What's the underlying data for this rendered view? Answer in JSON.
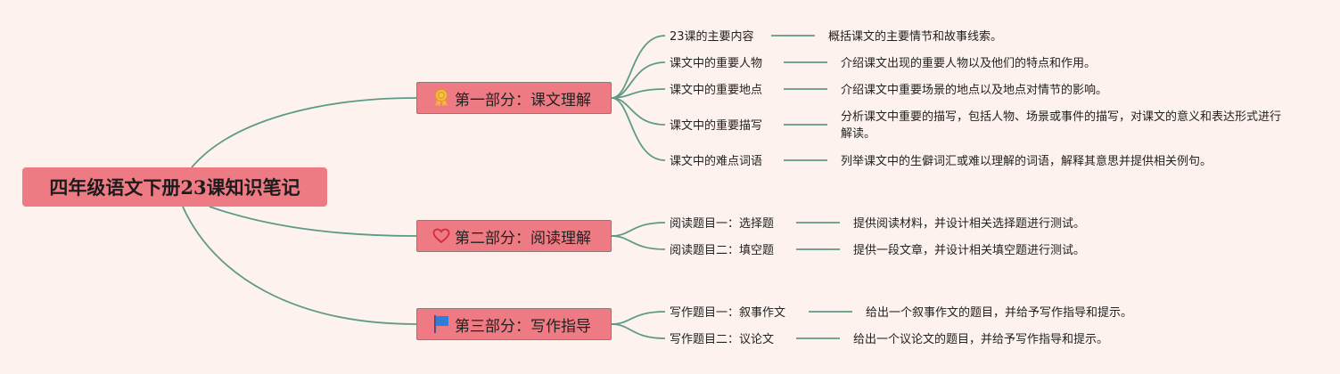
{
  "mindmap": {
    "root": "四年级语文下册23课知识笔记",
    "parts": [
      {
        "title": "第一部分：课文理解",
        "icon": "award-ribbon-icon",
        "items": [
          {
            "label": "23课的主要内容",
            "desc": "概括课文的主要情节和故事线索。"
          },
          {
            "label": "课文中的重要人物",
            "desc": "介绍课文出现的重要人物以及他们的特点和作用。"
          },
          {
            "label": "课文中的重要地点",
            "desc": "介绍课文中重要场景的地点以及地点对情节的影响。"
          },
          {
            "label": "课文中的重要描写",
            "desc": "分析课文中重要的描写，包括人物、场景或事件的描写，对课文的意义和表达形式进行解读。"
          },
          {
            "label": "课文中的难点词语",
            "desc": "列举课文中的生僻词汇或难以理解的词语，解释其意思并提供相关例句。"
          }
        ]
      },
      {
        "title": "第二部分：阅读理解",
        "icon": "heart-icon",
        "items": [
          {
            "label": "阅读题目一：选择题",
            "desc": "提供阅读材料，并设计相关选择题进行测试。"
          },
          {
            "label": "阅读题目二：填空题",
            "desc": "提供一段文章，并设计相关填空题进行测试。"
          }
        ]
      },
      {
        "title": "第三部分：写作指导",
        "icon": "flag-icon",
        "items": [
          {
            "label": "写作题目一：叙事作文",
            "desc": "给出一个叙事作文的题目，并给予写作指导和提示。"
          },
          {
            "label": "写作题目二：议论文",
            "desc": "给出一个议论文的题目，并给予写作指导和提示。"
          }
        ]
      }
    ],
    "colors": {
      "node_fill": "#ee7a83",
      "link": "#5e9a88",
      "background": "#fdf2ed"
    }
  }
}
